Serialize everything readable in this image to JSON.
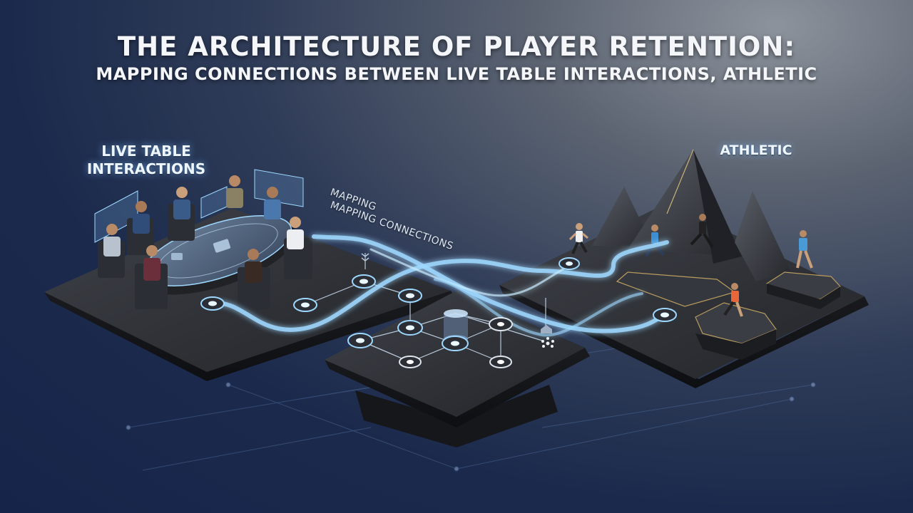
{
  "header": {
    "title_line1": "THE ARCHITECTURE OF PLAYER RETENTION:",
    "title_line2": "MAPPING CONNECTIONS BETWEEN LIVE TABLE INTERACTIONS, ATHLETIC"
  },
  "labels": {
    "live_table_line1": "LIVE TABLE",
    "live_table_line2": "INTERACTIONS",
    "athletic": "ATHLETIC",
    "mapping": "MAPPING",
    "mapping_connections": "MAPPING CONNECTIONS"
  },
  "colors": {
    "background_dark": "#16244a",
    "glow": "#9fd8ff",
    "platform": "#2a2d33",
    "accent_orange": "#e8663a"
  }
}
